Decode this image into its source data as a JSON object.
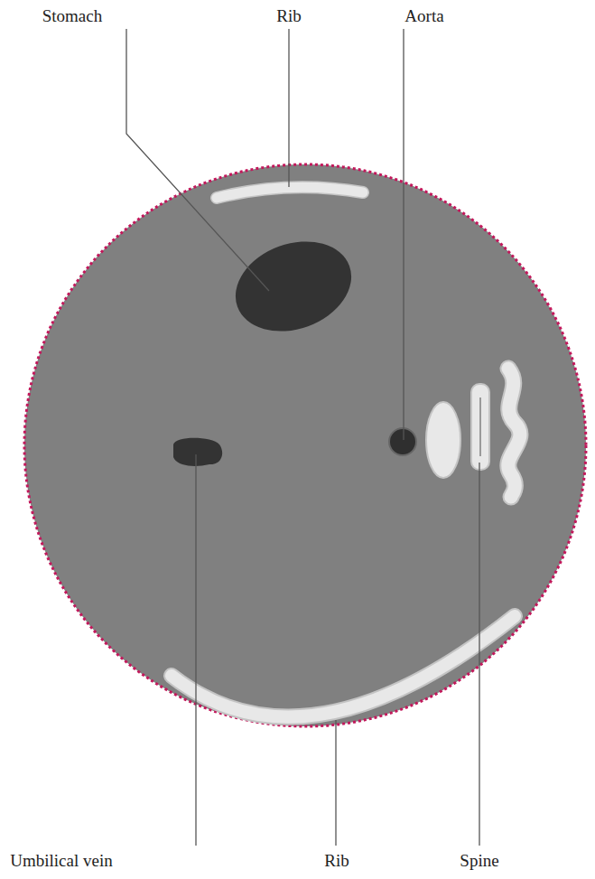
{
  "diagram": {
    "labels": [
      "Stomach",
      "Rib",
      "Aorta",
      "Umbilical vein",
      "Rib",
      "Spine"
    ]
  }
}
